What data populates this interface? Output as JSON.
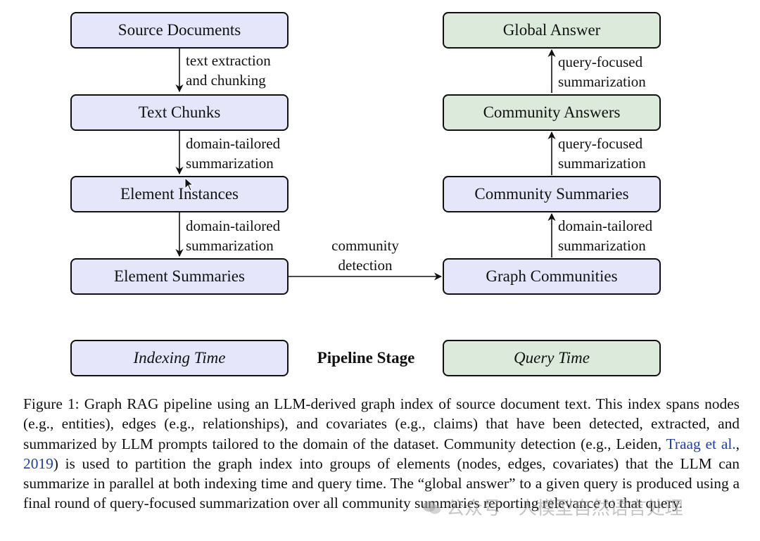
{
  "indexing_nodes": [
    "Source Documents",
    "Text Chunks",
    "Element Instances",
    "Element Summaries"
  ],
  "indexing_edges": [
    [
      "text extraction",
      "and chunking"
    ],
    [
      "domain-tailored",
      "summarization"
    ],
    [
      "domain-tailored",
      "summarization"
    ]
  ],
  "query_nodes": [
    "Global Answer",
    "Community Answers",
    "Community Summaries",
    "Graph Communities"
  ],
  "query_edges": [
    [
      "query-focused",
      "summarization"
    ],
    [
      "query-focused",
      "summarization"
    ],
    [
      "domain-tailored",
      "summarization"
    ]
  ],
  "bridge_edge": [
    "community",
    "detection"
  ],
  "legend": {
    "indexing": "Indexing Time",
    "middle": "Pipeline Stage",
    "query": "Query Time"
  },
  "colors": {
    "indexing_fill": "#e6e6fa",
    "query_fill": "#dceadc",
    "citation": "#1f3fa8"
  },
  "caption": {
    "part1": "Figure 1: Graph RAG pipeline using an LLM-derived graph index of source document text. This index spans nodes (e.g., entities), edges (e.g., relationships), and covariates (e.g., claims) that have been detected, extracted, and summarized by LLM prompts tailored to the domain of the dataset. Community detection (e.g., Leiden, ",
    "cite_authors": "Traag et al.",
    "cite_sep": ", ",
    "cite_year": "2019",
    "part2": ") is used to partition the graph index into groups of elements (nodes, edges, covariates) that the LLM can summarize in parallel at both indexing time and query time. The “global answer” to a given query is produced using a final round of query-focused summarization over all community summaries reporting relevance to that query."
  },
  "watermark": "公众号 · 人模型自然语言处理"
}
